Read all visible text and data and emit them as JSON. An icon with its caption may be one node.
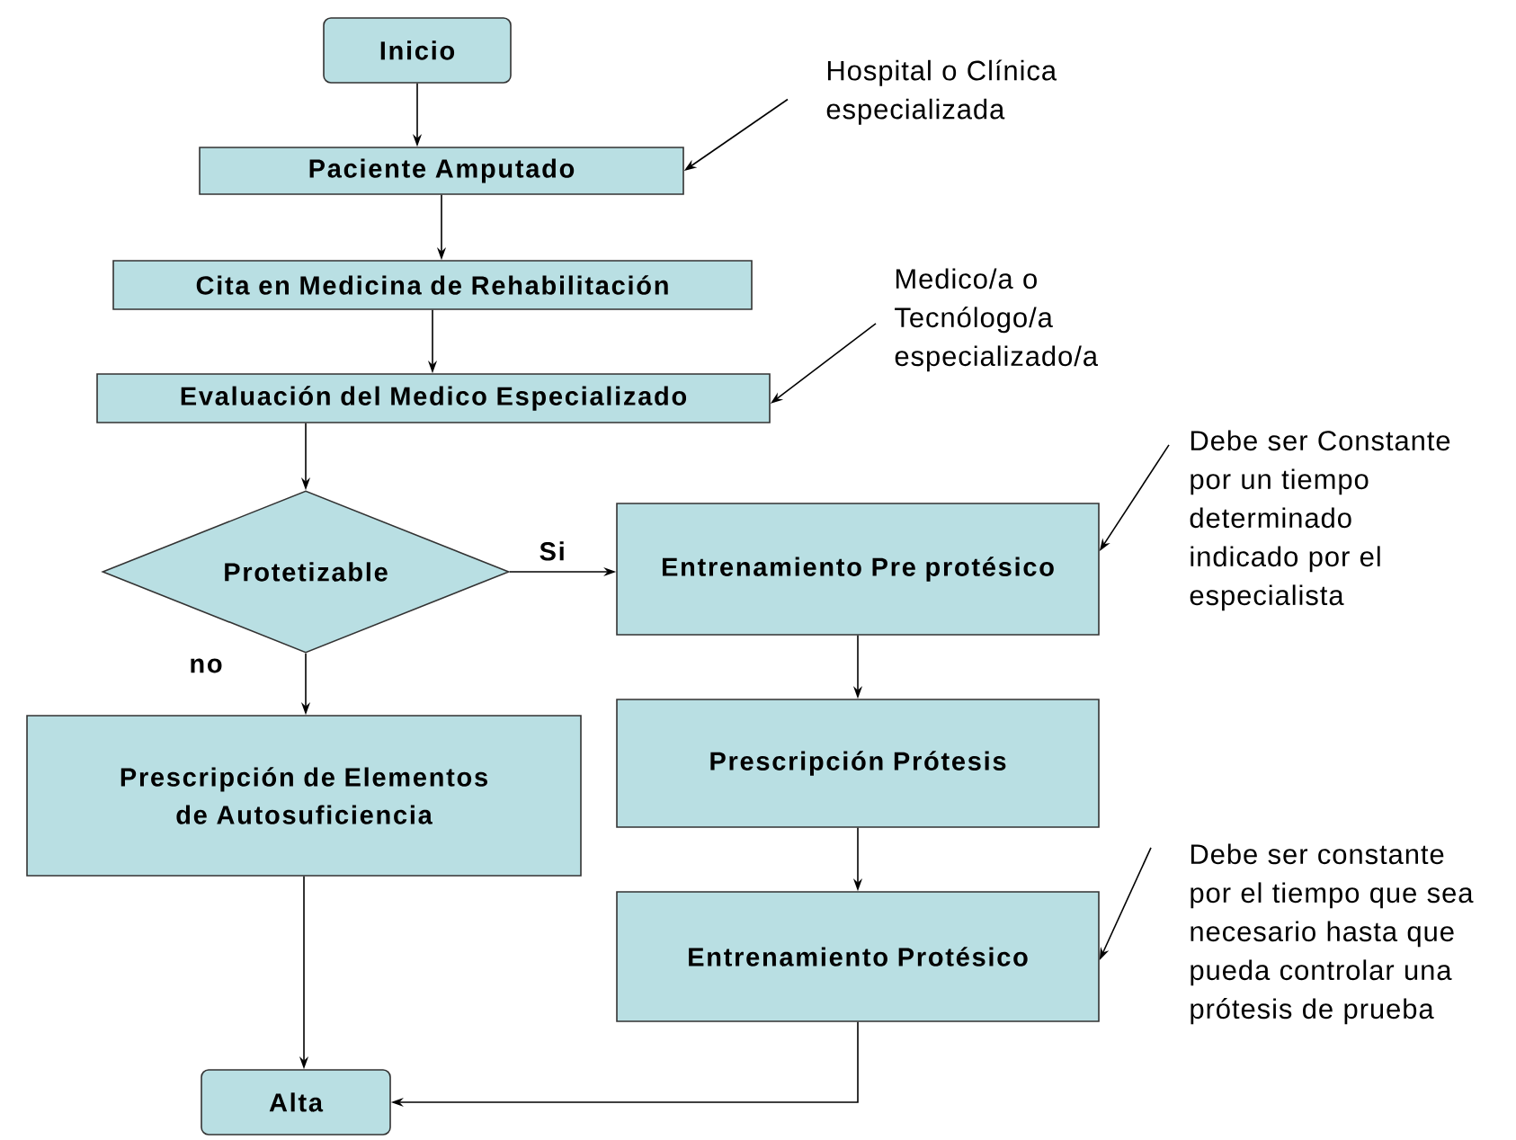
{
  "diagram": {
    "nodes": [
      {
        "text": [
          "Inicio"
        ]
      },
      {
        "text": [
          "Paciente Amputado"
        ]
      },
      {
        "text": [
          "Cita en Medicina de Rehabilitación"
        ]
      },
      {
        "text": [
          "Evaluación del Medico Especializado"
        ]
      },
      {
        "text": [
          "Protetizable"
        ]
      },
      {
        "text": [
          "Entrenamiento Pre protésico"
        ]
      },
      {
        "text": [
          "Prescripción de Elementos de Autosuficiencia"
        ]
      },
      {
        "text": [
          "Prescripción Prótesis"
        ]
      },
      {
        "text": [
          "Entrenamiento Protésico"
        ]
      },
      {
        "text": [
          "Alta"
        ]
      },
      {
        "text": [
          "Hospital o Clínica especializada"
        ]
      },
      {
        "text": [
          "Medico/a o Tecnólogo/a especializado/a"
        ]
      },
      {
        "text": [
          "Debe ser Constante por un tiempo determinado indicado por el especialista"
        ]
      },
      {
        "text": [
          "Debe ser constante por el tiempo que sea necesario hasta que pueda controlar una prótesis de prueba"
        ]
      }
    ],
    "edges": [
      {
        "from": 0,
        "to": 1,
        "arrow": "to"
      },
      {
        "from": 1,
        "to": 2,
        "arrow": "to"
      },
      {
        "from": 2,
        "to": 3,
        "arrow": "to"
      },
      {
        "from": 3,
        "to": 4,
        "arrow": "to"
      },
      {
        "from": 4,
        "to": 5,
        "arrow": "to",
        "label": "Si"
      },
      {
        "from": 4,
        "to": 6,
        "arrow": "to",
        "label": "no"
      },
      {
        "from": 5,
        "to": 7,
        "arrow": "to"
      },
      {
        "from": 7,
        "to": 8,
        "arrow": "to"
      },
      {
        "from": 6,
        "to": 9,
        "arrow": "to"
      },
      {
        "from": 8,
        "to": 9,
        "arrow": "to"
      },
      {
        "from": 10,
        "to": 1,
        "arrow": "to"
      },
      {
        "from": 11,
        "to": 3,
        "arrow": "to"
      },
      {
        "from": 12,
        "to": 5,
        "arrow": "to"
      },
      {
        "from": 13,
        "to": 8,
        "arrow": "to"
      }
    ]
  }
}
